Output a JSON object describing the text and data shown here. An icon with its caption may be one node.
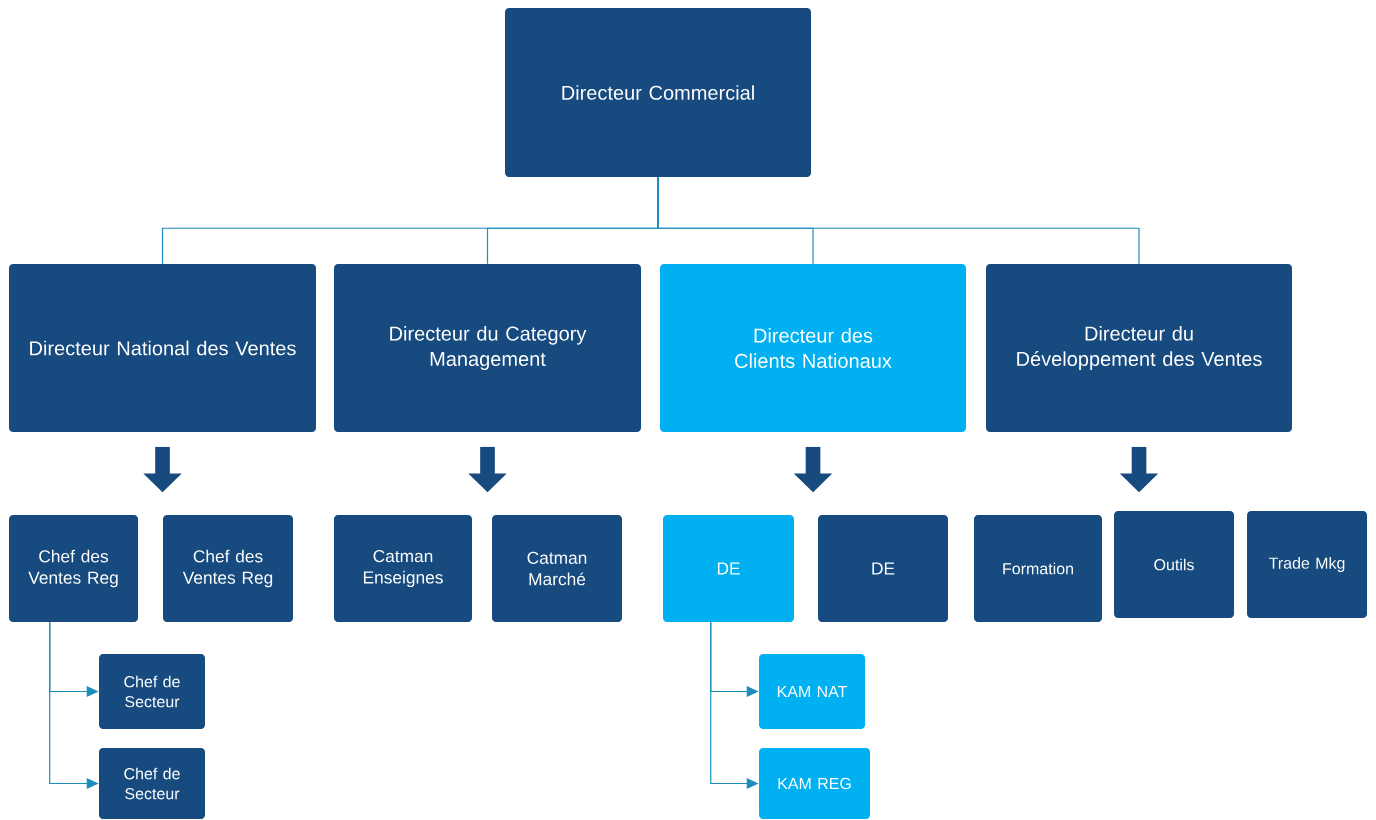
{
  "diagram": {
    "nodes": [
      {
        "text": [
          "Directeur Commercial"
        ]
      },
      {
        "text": [
          "Directeur National des Ventes"
        ]
      },
      {
        "text": [
          "Directeur du Category Management"
        ]
      },
      {
        "text": [
          "Directeur des Clients Nationaux"
        ]
      },
      {
        "text": [
          "Directeur du Développement des Ventes"
        ]
      },
      {
        "text": [
          "Chef des Ventes Reg"
        ]
      },
      {
        "text": [
          "Chef des Ventes Reg"
        ]
      },
      {
        "text": [
          "Catman Enseignes"
        ]
      },
      {
        "text": [
          "Catman Marché"
        ]
      },
      {
        "text": [
          "DE"
        ]
      },
      {
        "text": [
          "DE"
        ]
      },
      {
        "text": [
          "Formation"
        ]
      },
      {
        "text": [
          "Outils"
        ]
      },
      {
        "text": [
          "Trade Mkg"
        ]
      },
      {
        "text": [
          "Chef de Secteur"
        ]
      },
      {
        "text": [
          "Chef de Secteur"
        ]
      },
      {
        "text": [
          "KAM NAT"
        ]
      },
      {
        "text": [
          "KAM REG"
        ]
      }
    ],
    "edges": [
      {
        "from": 0,
        "to": 1,
        "arrow": "none"
      },
      {
        "from": 0,
        "to": 2,
        "arrow": "none"
      },
      {
        "from": 0,
        "to": 3,
        "arrow": "none"
      },
      {
        "from": 0,
        "to": 4,
        "arrow": "none"
      },
      {
        "from": 1,
        "to": null,
        "arrow": "to",
        "style": "thick",
        "color": "#174a7e"
      },
      {
        "from": 2,
        "to": null,
        "arrow": "to",
        "style": "thick",
        "color": "#174a7e"
      },
      {
        "from": 3,
        "to": null,
        "arrow": "to",
        "style": "thick",
        "color": "#174a7e"
      },
      {
        "from": 4,
        "to": null,
        "arrow": "to",
        "style": "thick",
        "color": "#174a7e"
      },
      {
        "from": 5,
        "to": 14,
        "arrow": "to"
      },
      {
        "from": 5,
        "to": 15,
        "arrow": "to"
      },
      {
        "from": 9,
        "to": 16,
        "arrow": "to"
      },
      {
        "from": 9,
        "to": 17,
        "arrow": "to"
      }
    ]
  }
}
